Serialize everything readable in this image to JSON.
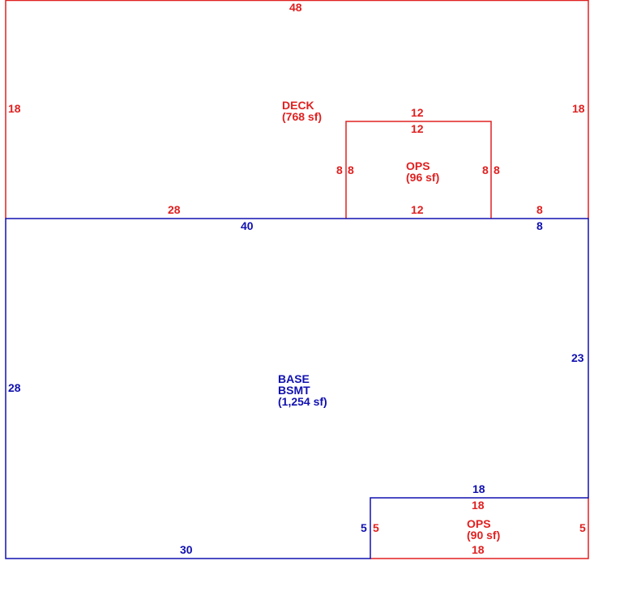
{
  "colors": {
    "deck": "#e02020",
    "base": "#1010b0",
    "background": "#ffffff"
  },
  "areas": {
    "deck": {
      "name": "DECK",
      "area": "(768 sf)"
    },
    "ops_upper": {
      "name": "OPS",
      "area": "(96 sf)"
    },
    "base": {
      "name": "BASE",
      "sub": "BSMT",
      "area": "(1,254 sf)"
    },
    "ops_lower": {
      "name": "OPS",
      "area": "(90 sf)"
    }
  },
  "dimensions": {
    "deck_top": "48",
    "deck_left": "18",
    "deck_right": "18",
    "deck_bottom_left": "28",
    "deck_bottom_right": "8",
    "ops_upper_top_outer": "12",
    "ops_upper_top_inner": "12",
    "ops_upper_left_outer": "8",
    "ops_upper_left_inner": "8",
    "ops_upper_right_inner": "8",
    "ops_upper_right_outer": "8",
    "ops_upper_bottom": "12",
    "base_top_left": "40",
    "base_top_right": "8",
    "base_left": "28",
    "base_right": "23",
    "base_bottom": "30",
    "base_notch_top": "18",
    "base_notch_side": "5",
    "ops_lower_top": "18",
    "ops_lower_left": "5",
    "ops_lower_right": "5",
    "ops_lower_bottom": "18"
  }
}
